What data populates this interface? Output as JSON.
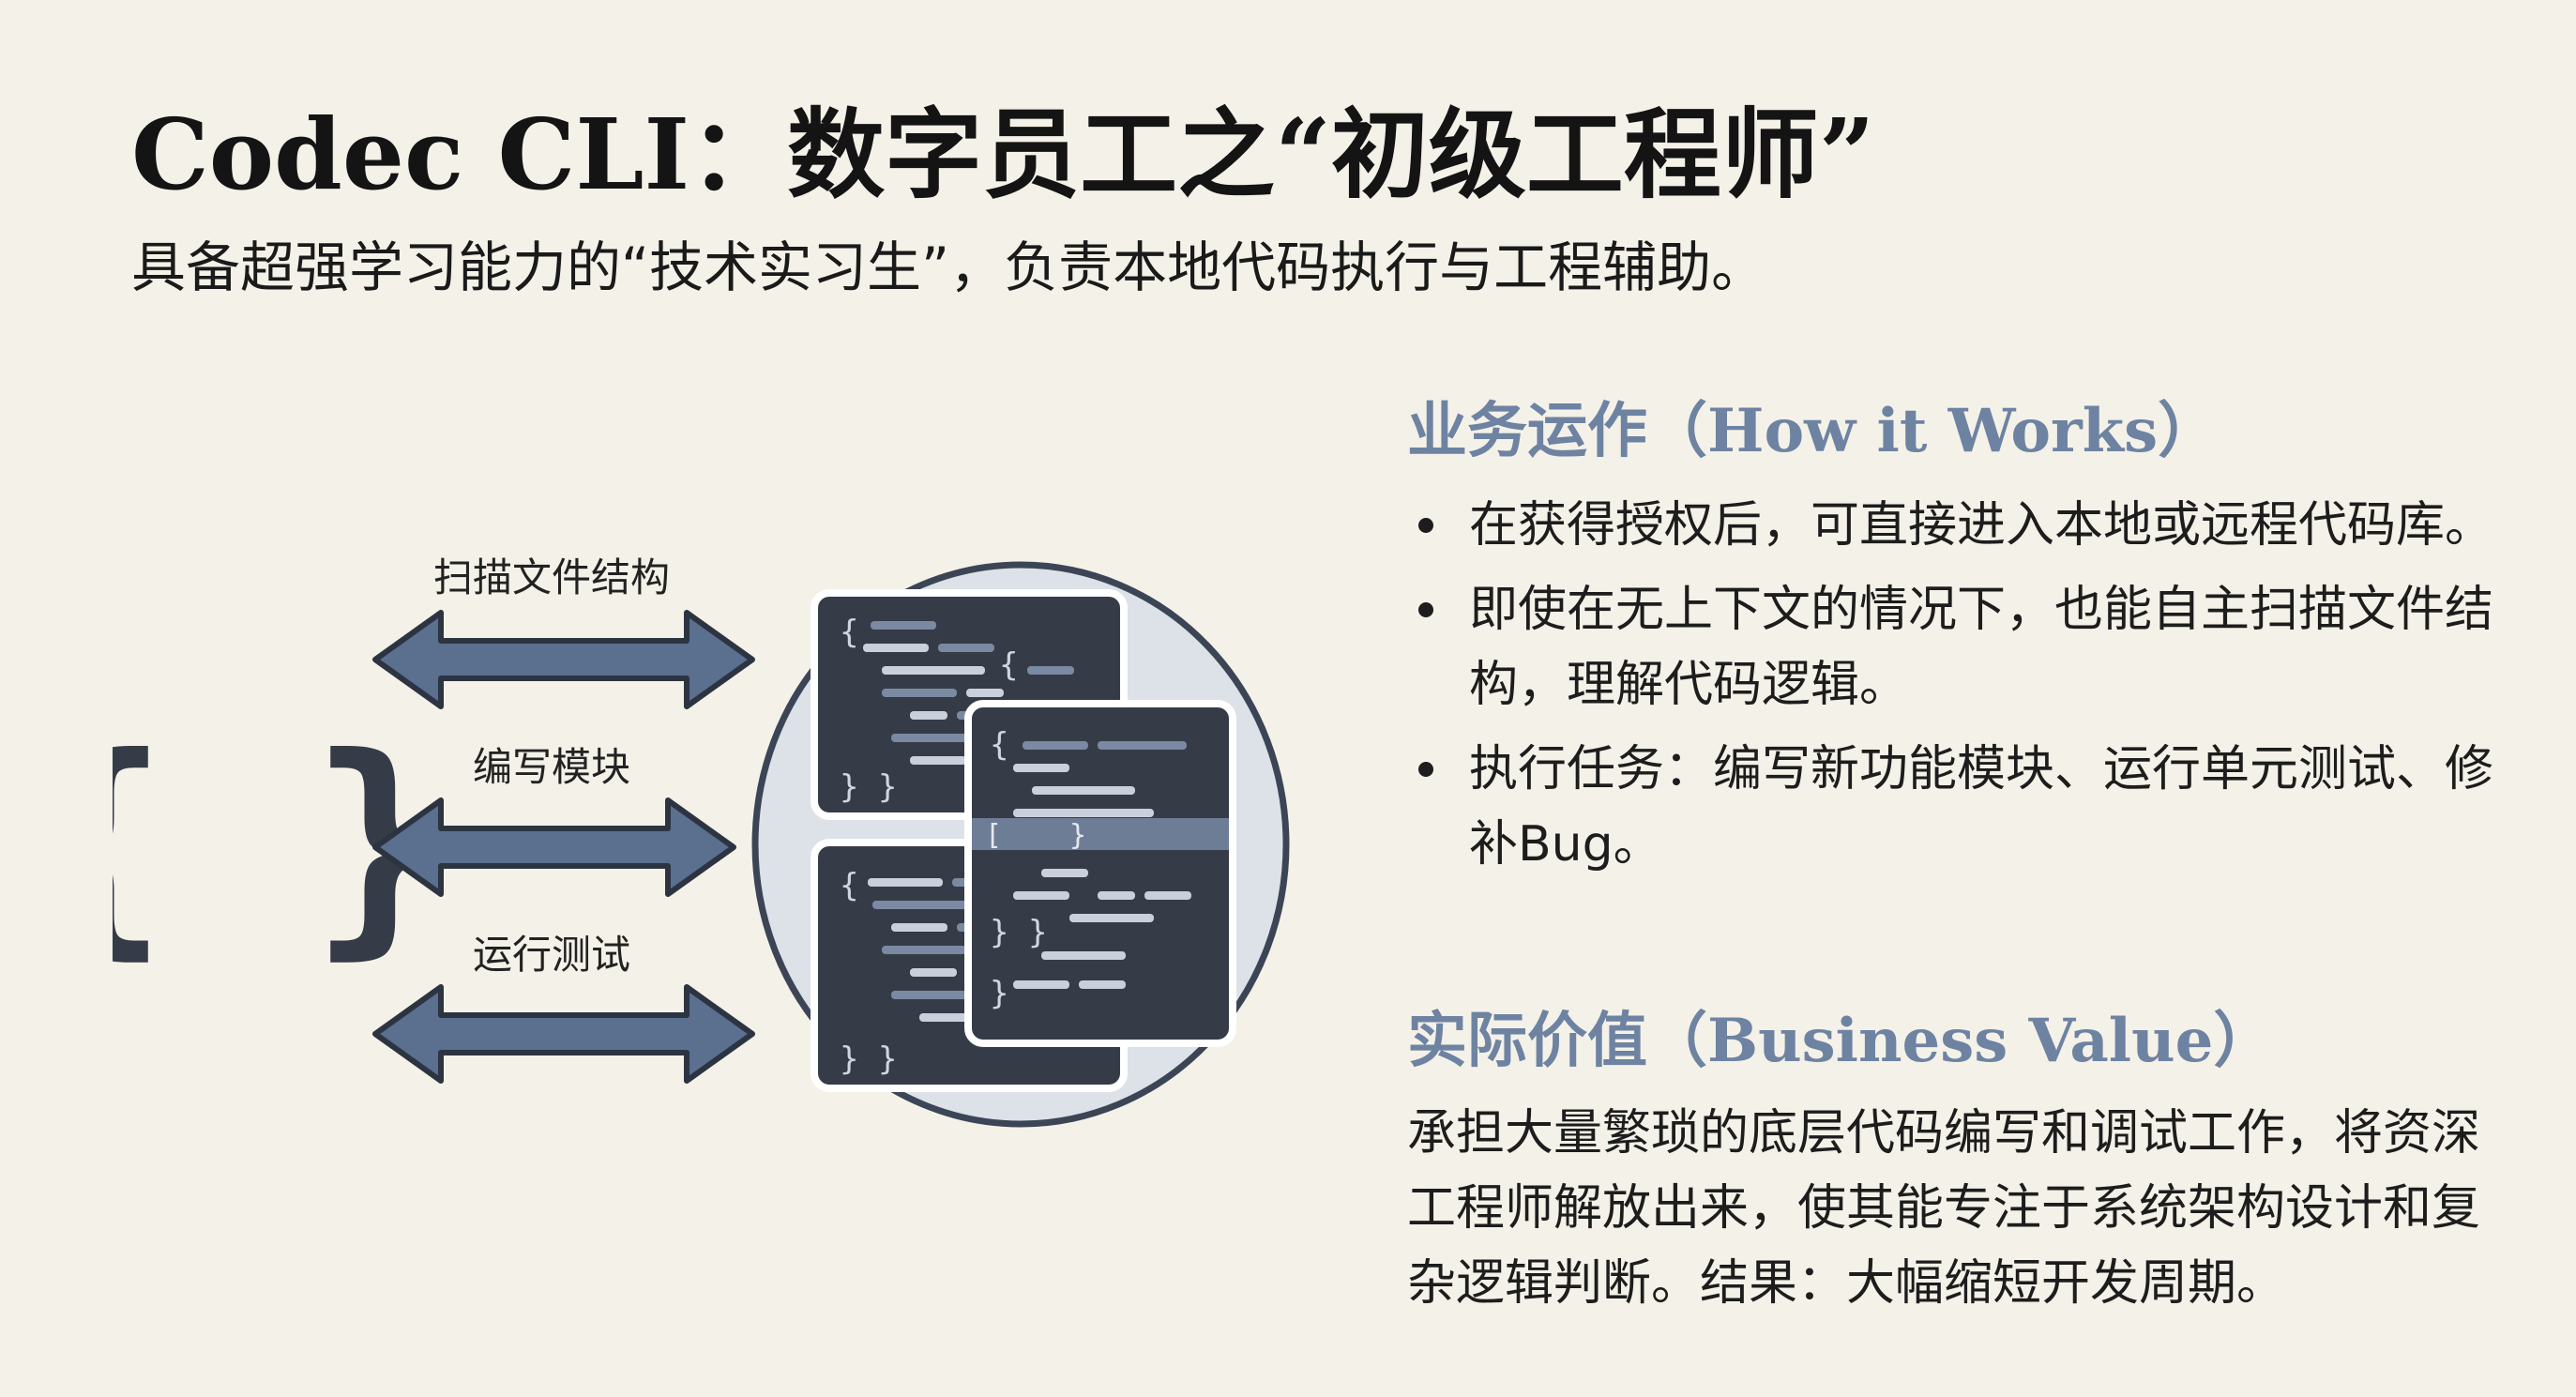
{
  "title": "Codec CLI：数字员工之“初级工程师”",
  "subtitle": "具备超强学习能力的“技术实习生”，负责本地代码执行与工程辅助。",
  "diagram": {
    "brace_glyph": "{ }",
    "arrows": [
      {
        "label": "扫描文件结构"
      },
      {
        "label": "编写模块"
      },
      {
        "label": "运行测试"
      }
    ],
    "code_glyphs": {
      "open": "{",
      "close_double": "} }",
      "open_bracket": "[",
      "close": "}"
    },
    "colors": {
      "arrow_fill": "#5b6f8f",
      "arrow_stroke": "#2c3442",
      "panel_fill": "#353c47",
      "panel_border": "#ffffff",
      "circle_fill": "#dde1e8",
      "circle_stroke": "#3b4556",
      "code_line": "#7a8aa3"
    }
  },
  "how_it_works": {
    "heading": "业务运作（How it Works）",
    "bullets": [
      "在获得授权后，可直接进入本地或远程代码库。",
      "即使在无上下文的情况下，也能自主扫描文件结构，理解代码逻辑。",
      "执行任务：编写新功能模块、运行单元测试、修补Bug。"
    ]
  },
  "business_value": {
    "heading": "实际价值（Business Value）",
    "text": "承担大量繁琐的底层代码编写和调试工作，将资深工程师解放出来，使其能专注于系统架构设计和复杂逻辑判断。结果：大幅缩短开发周期。"
  }
}
